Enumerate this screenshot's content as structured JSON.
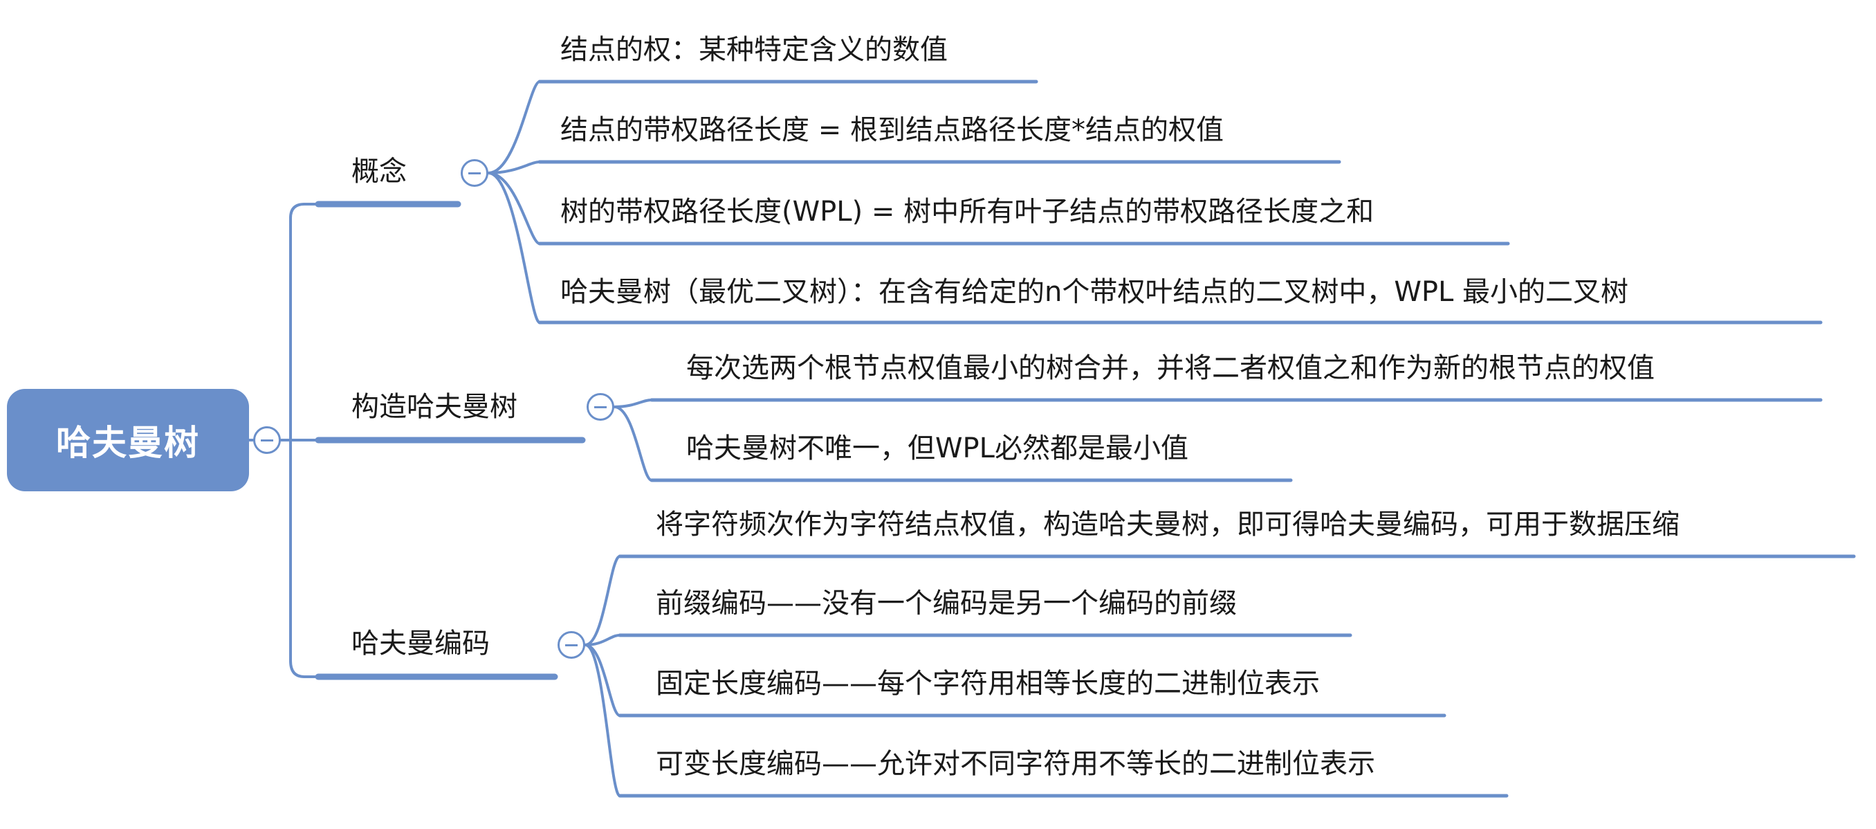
{
  "root": {
    "label": "哈夫曼树"
  },
  "branches": [
    {
      "label": "概念",
      "children": [
        "结点的权：某种特定含义的数值",
        "结点的带权路径长度 = 根到结点路径长度*结点的权值",
        "树的带权路径长度(WPL) = 树中所有叶子结点的带权路径长度之和",
        "哈夫曼树（最优二叉树）：在含有给定的n个带权叶结点的二叉树中，WPL 最小的二叉树"
      ]
    },
    {
      "label": "构造哈夫曼树",
      "children": [
        "每次选两个根节点权值最小的树合并，并将二者权值之和作为新的根节点的权值",
        "哈夫曼树不唯一，但WPL必然都是最小值"
      ]
    },
    {
      "label": "哈夫曼编码",
      "children": [
        "将字符频次作为字符结点权值，构造哈夫曼树，即可得哈夫曼编码，可用于数据压缩",
        "前缀编码——没有一个编码是另一个编码的前缀",
        "固定长度编码——每个字符用相等长度的二进制位表示",
        "可变长度编码——允许对不同字符用不等长的二进制位表示"
      ]
    }
  ],
  "colors": {
    "accent": "#6a8fca",
    "text": "#1a1a1a",
    "background": "#ffffff"
  },
  "icons": {
    "toggle": "collapse-minus-icon"
  }
}
